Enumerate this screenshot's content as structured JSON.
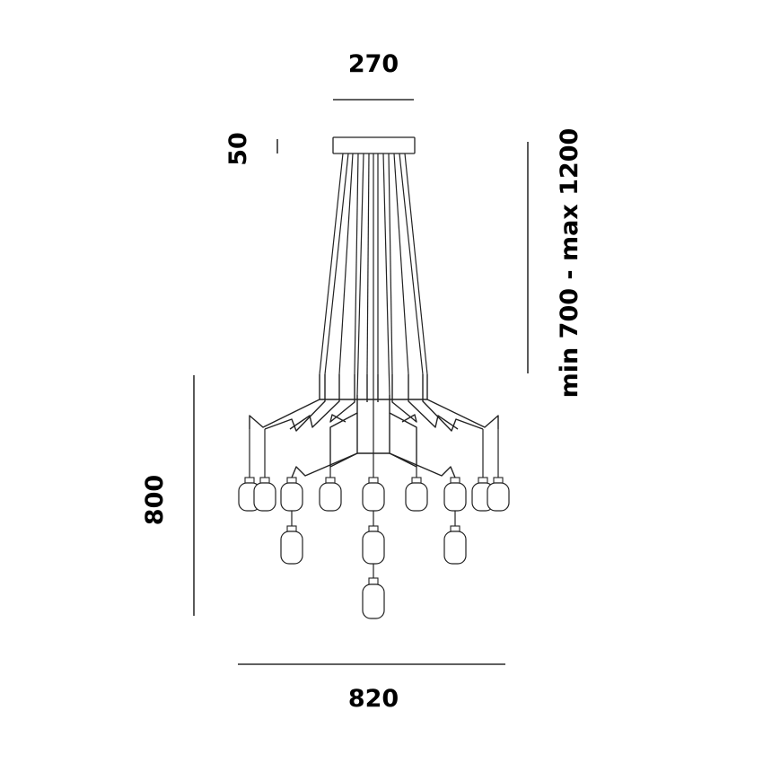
{
  "dimensions": {
    "canopy_width": "270",
    "canopy_height": "50",
    "suspension_length": "min 700 - max 1200",
    "fixture_height": "800",
    "fixture_width": "820"
  },
  "colors": {
    "ink": "#000000",
    "drawing": "#222222",
    "background": "#ffffff"
  }
}
